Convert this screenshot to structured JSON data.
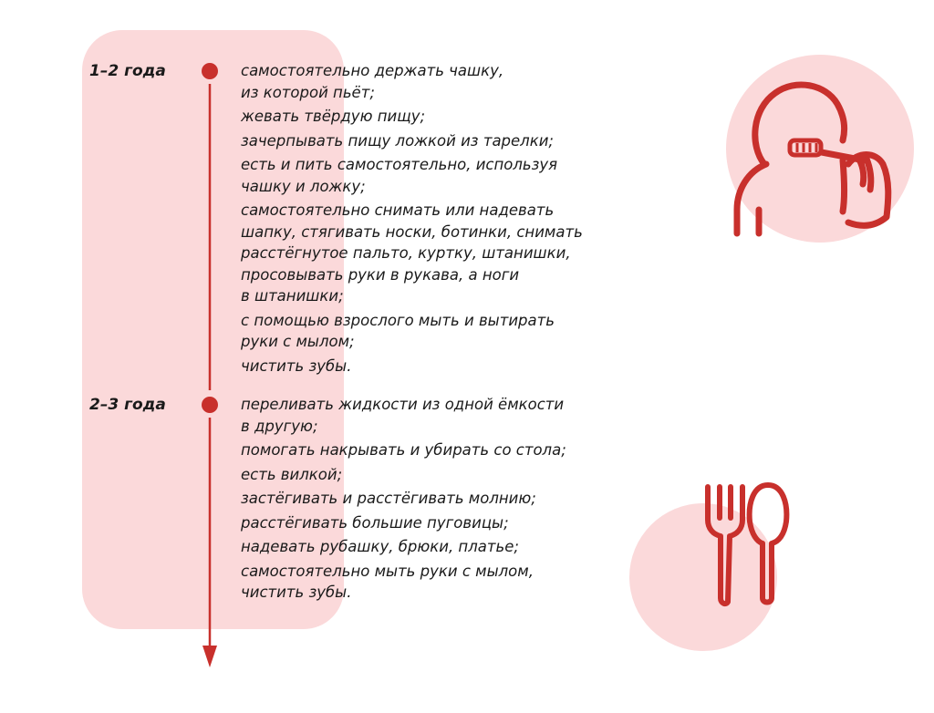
{
  "colors": {
    "accent": "#c8302c",
    "panel": "#fbd9da",
    "text": "#1a1a1a"
  },
  "icons": [
    "child-toothbrush-icon",
    "fork-spoon-icon"
  ],
  "stages": [
    {
      "age": "1–2 года",
      "items": [
        "самостоятельно держать чашку,\nиз которой пьёт;",
        "жевать твёрдую пищу;",
        "зачерпывать пищу ложкой из тарелки;",
        "есть и пить самостоятельно, используя\nчашку и ложку;",
        "самостоятельно снимать или надевать\nшапку, стягивать носки, ботинки, снимать\nрасстёгнутое пальто, куртку, штанишки,\nпросовывать руки в рукава, а ноги\nв штанишки;",
        "с помощью взрослого мыть и вытирать\nруки с мылом;",
        "чистить зубы."
      ]
    },
    {
      "age": "2–3 года",
      "items": [
        "переливать жидкости из одной ёмкости\nв другую;",
        "помогать накрывать и убирать со стола;",
        "есть вилкой;",
        "застёгивать и расстёгивать молнию;",
        "расстёгивать большие пуговицы;",
        "надевать рубашку, брюки, платье;",
        "самостоятельно мыть руки с мылом,\nчистить зубы."
      ]
    }
  ]
}
